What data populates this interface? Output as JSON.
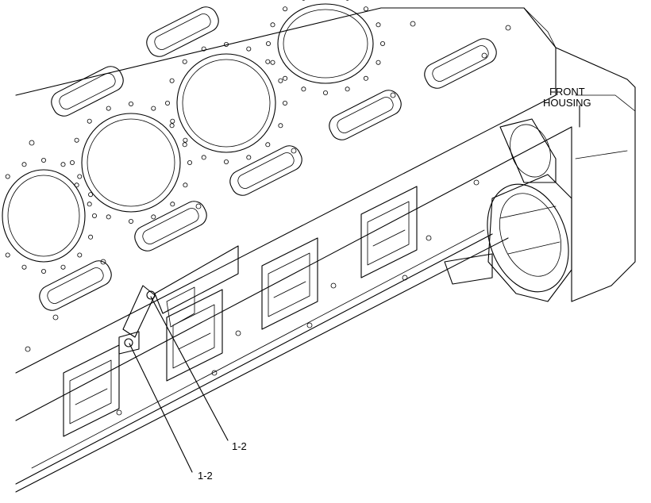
{
  "labels": {
    "front_housing": [
      "FRONT",
      "HOUSING"
    ],
    "callout_upper": "1-2",
    "callout_lower": "1-2"
  },
  "colors": {
    "line": "#000000",
    "background": "#ffffff"
  }
}
